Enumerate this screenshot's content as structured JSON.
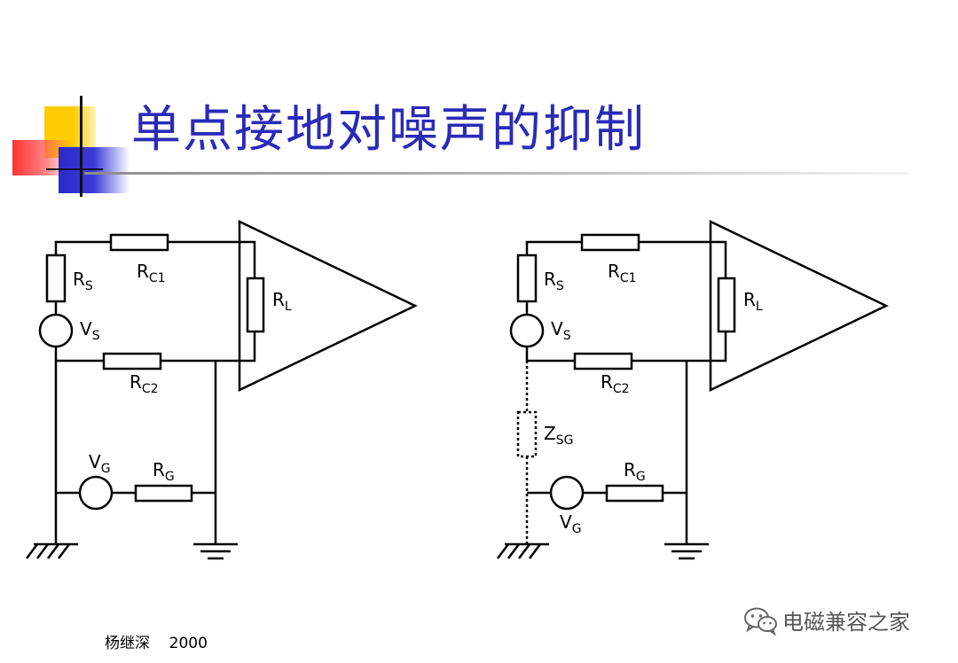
{
  "title": "单点接地对噪声的抑制",
  "left_circuit": {
    "rs": {
      "main": "R",
      "sub": "S"
    },
    "rc1": {
      "main": "R",
      "sub": "C1"
    },
    "rl": {
      "main": "R",
      "sub": "L"
    },
    "vs": {
      "main": "V",
      "sub": "S"
    },
    "rc2": {
      "main": "R",
      "sub": "C2"
    },
    "vg": {
      "main": "V",
      "sub": "G"
    },
    "rg": {
      "main": "R",
      "sub": "G"
    }
  },
  "right_circuit": {
    "rs": {
      "main": "R",
      "sub": "S"
    },
    "rc1": {
      "main": "R",
      "sub": "C1"
    },
    "rl": {
      "main": "R",
      "sub": "L"
    },
    "vs": {
      "main": "V",
      "sub": "S"
    },
    "rc2": {
      "main": "R",
      "sub": "C2"
    },
    "zsg": {
      "main": "Z",
      "sub": "SG"
    },
    "rg": {
      "main": "R",
      "sub": "G"
    },
    "vg": {
      "main": "V",
      "sub": "G"
    }
  },
  "footer": {
    "author": "杨继深",
    "year": "2000"
  },
  "watermark": {
    "text": "电磁兼容之家",
    "icon": "wechat-icon"
  }
}
